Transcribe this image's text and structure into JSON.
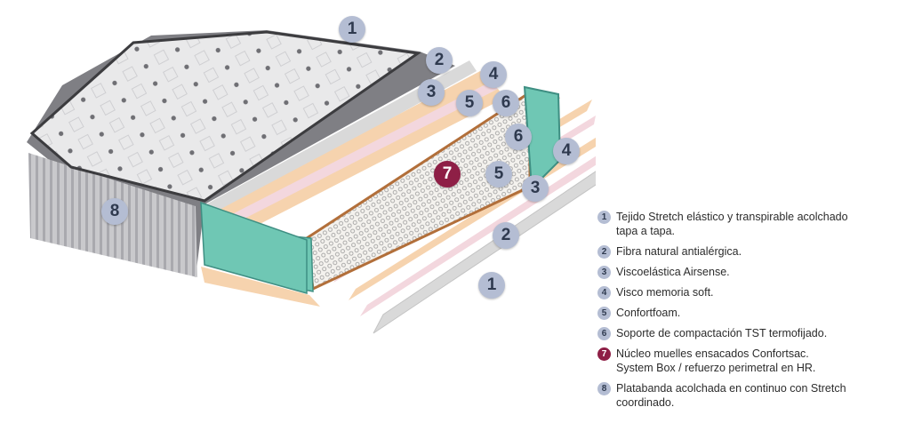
{
  "colors": {
    "marker": "#b4bdd3",
    "marker_text": "#2f3a4f",
    "accent": "#8e1f46",
    "foam_teal": "#6fc7b4",
    "fiber_pink": "#f3d7de",
    "foam_peach": "#f6d3ae",
    "spring_core": "#b26f3a"
  },
  "markers": [
    {
      "number": "1",
      "accent": false
    },
    {
      "number": "2",
      "accent": false
    },
    {
      "number": "3",
      "accent": false
    },
    {
      "number": "4",
      "accent": false
    },
    {
      "number": "5",
      "accent": false
    },
    {
      "number": "6",
      "accent": false
    },
    {
      "number": "6",
      "accent": false
    },
    {
      "number": "7",
      "accent": true
    },
    {
      "number": "5",
      "accent": false
    },
    {
      "number": "4",
      "accent": false
    },
    {
      "number": "3",
      "accent": false
    },
    {
      "number": "2",
      "accent": false
    },
    {
      "number": "1",
      "accent": false
    },
    {
      "number": "8",
      "accent": false
    }
  ],
  "legend": [
    {
      "number": "1",
      "text": "Tejido Stretch elástico y transpirable acolchado\ntapa a tapa.",
      "accent": false
    },
    {
      "number": "2",
      "text": "Fibra natural antialérgica.",
      "accent": false
    },
    {
      "number": "3",
      "text": "Viscoelástica Airsense.",
      "accent": false
    },
    {
      "number": "4",
      "text": "Visco memoria soft.",
      "accent": false
    },
    {
      "number": "5",
      "text": "Confortfoam.",
      "accent": false
    },
    {
      "number": "6",
      "text": "Soporte de compactación TST termofijado.",
      "accent": false
    },
    {
      "number": "7",
      "text": "Núcleo muelles ensacados Confortsac.\nSystem Box / refuerzo perimetral en HR.",
      "accent": true
    },
    {
      "number": "8",
      "text": "Platabanda acolchada en continuo con Stretch\ncoordinado.",
      "accent": false
    }
  ]
}
